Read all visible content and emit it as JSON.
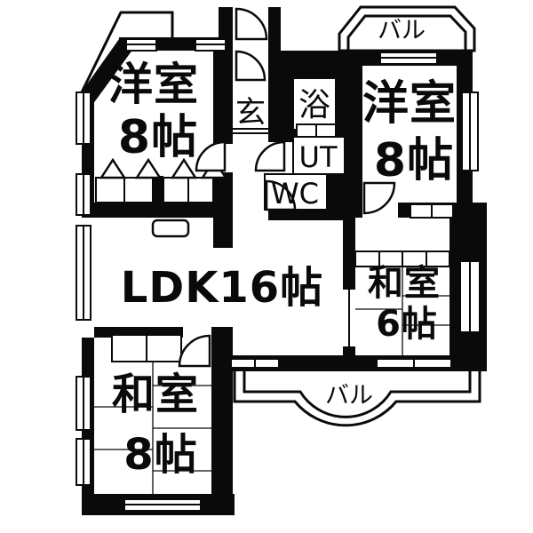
{
  "floorplan": {
    "rooms": {
      "western_room_top_left": {
        "name": "洋室",
        "size": "8帖"
      },
      "western_room_top_right": {
        "name": "洋室",
        "size": "8帖"
      },
      "ldk": {
        "name": "LDK16帖"
      },
      "japanese_room_right": {
        "name": "和室",
        "size": "6帖"
      },
      "japanese_room_bottom": {
        "name": "和室",
        "size": "8帖"
      },
      "entrance": {
        "name": "玄"
      },
      "bath": {
        "name": "浴"
      },
      "utility": {
        "name": "UT"
      },
      "toilet": {
        "name": "WC"
      },
      "balcony_top": {
        "name": "バル"
      },
      "balcony_bottom": {
        "name": "バル"
      }
    },
    "colors": {
      "wall": "#0a0a0a",
      "floor": "#ffffff"
    }
  }
}
